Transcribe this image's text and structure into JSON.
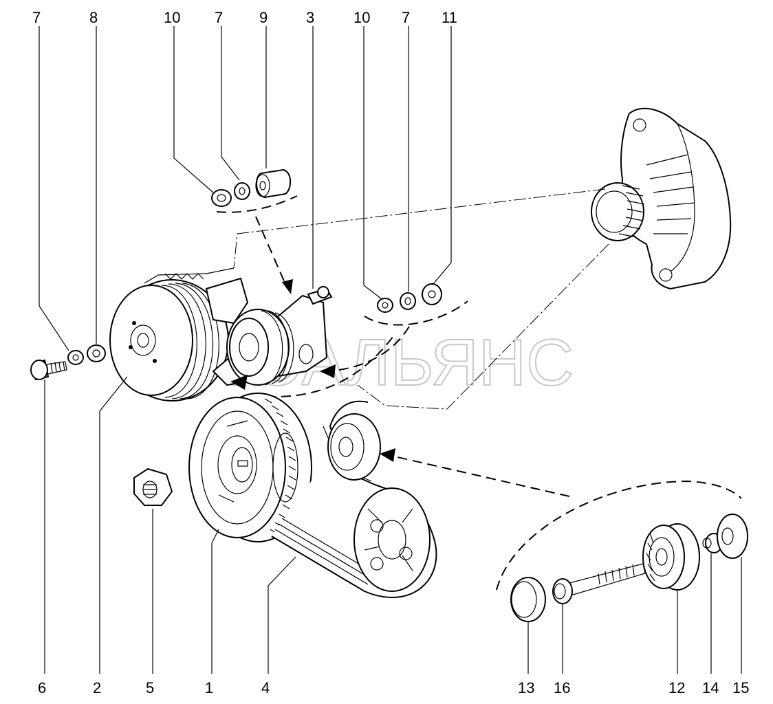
{
  "watermark": "АВТОАЛЬЯНС",
  "callouts_top": [
    "7",
    "8",
    "10",
    "7",
    "9",
    "3",
    "10",
    "7",
    "11"
  ],
  "callouts_bottom": [
    "6",
    "2",
    "5",
    "1",
    "4",
    "13",
    "16",
    "12",
    "14",
    "15"
  ]
}
